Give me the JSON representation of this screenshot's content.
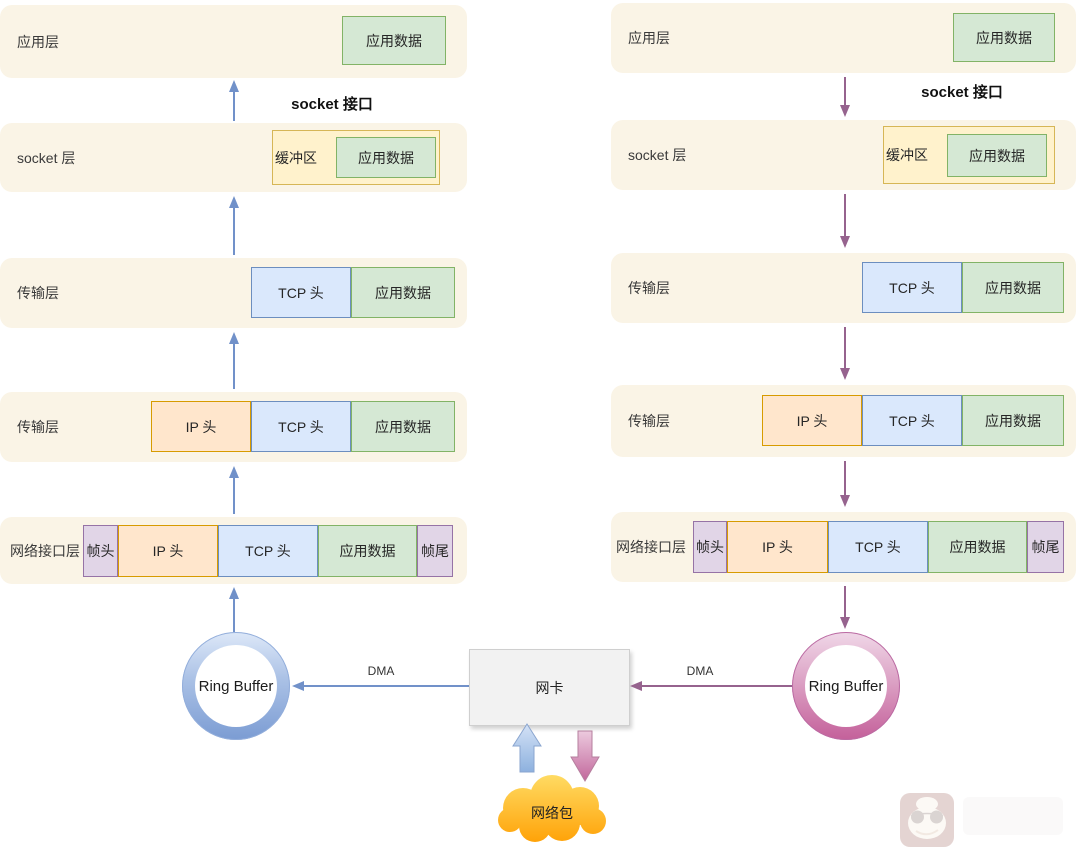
{
  "labels_note": "Linux network packet receive (left, up) and send (right, down) paths",
  "colors": {
    "row_bg": "#faf4e6",
    "green_fill": "#d5e8d4",
    "green_border": "#82b366",
    "yellow_fill": "#fff2cc",
    "yellow_border": "#d6b656",
    "blue_fill": "#dae8fc",
    "blue_border": "#6c8ebf",
    "orange_fill": "#ffe6cc",
    "orange_border": "#d79b00",
    "purple_fill": "#e1d5e7",
    "purple_border": "#9673a6",
    "arrow_receive": "#7191c9",
    "arrow_send": "#96638e",
    "nic_fill": "#f2f2f2",
    "cloud_orange": "#ffb300"
  },
  "left_column": {
    "flow_direction": "up",
    "socket_interface": "socket 接口",
    "rows": [
      {
        "label": "应用层",
        "segments": [
          "应用数据"
        ]
      },
      {
        "label": "socket 层",
        "segments": [
          "缓冲区",
          "应用数据"
        ]
      },
      {
        "label": "传输层",
        "segments": [
          "TCP 头",
          "应用数据"
        ]
      },
      {
        "label": "传输层",
        "segments": [
          "IP 头",
          "TCP 头",
          "应用数据"
        ]
      },
      {
        "label": "网络接口层",
        "segments": [
          "帧头",
          "IP 头",
          "TCP 头",
          "应用数据",
          "帧尾"
        ]
      }
    ],
    "ring_buffer": "Ring Buffer",
    "dma": "DMA"
  },
  "right_column": {
    "flow_direction": "down",
    "socket_interface": "socket 接口",
    "rows": [
      {
        "label": "应用层",
        "segments": [
          "应用数据"
        ]
      },
      {
        "label": "socket 层",
        "segments": [
          "缓冲区",
          "应用数据"
        ]
      },
      {
        "label": "传输层",
        "segments": [
          "TCP 头",
          "应用数据"
        ]
      },
      {
        "label": "传输层",
        "segments": [
          "IP 头",
          "TCP 头",
          "应用数据"
        ]
      },
      {
        "label": "网络接口层",
        "segments": [
          "帧头",
          "IP 头",
          "TCP 头",
          "应用数据",
          "帧尾"
        ]
      }
    ],
    "ring_buffer": "Ring Buffer",
    "dma": "DMA"
  },
  "center": {
    "nic": "网卡",
    "network_packet": "网络包"
  }
}
